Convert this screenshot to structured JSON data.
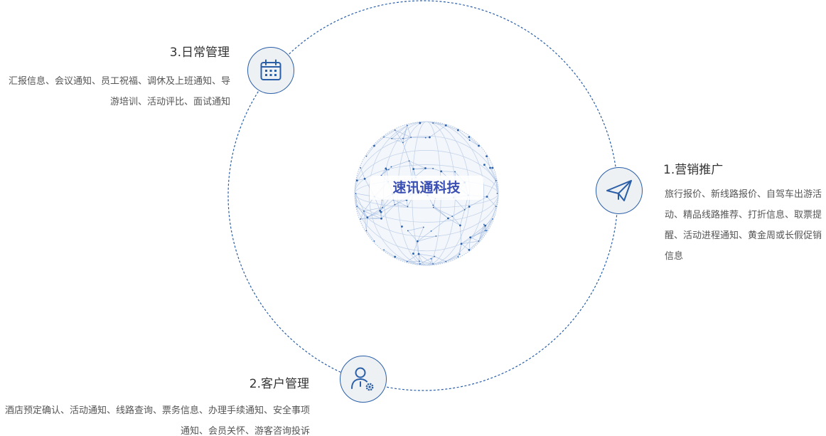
{
  "center": {
    "title": "速讯通科技"
  },
  "items": [
    {
      "key": "marketing",
      "title": "1.营销推广",
      "desc": "旅行报价、新线路报价、自驾车出游活动、精品线路推荐、打折信息、取票提醒、活动进程通知、黄金周或长假促销信息",
      "icon": "paper-plane-icon"
    },
    {
      "key": "customer",
      "title": "2.客户管理",
      "desc": "酒店预定确认、活动通知、线路查询、票务信息、办理手续通知、安全事项通知、会员关怀、游客咨询投诉",
      "icon": "user-gear-icon"
    },
    {
      "key": "daily",
      "title": "3.日常管理",
      "desc": "汇报信息、会议通知、员工祝福、调休及上班通知、导游培训、活动评比、面试通知",
      "icon": "calendar-icon"
    }
  ],
  "colors": {
    "accent": "#2a5fa8",
    "node_bg": "#eef1f4",
    "center_text": "#3a4fb3",
    "text": "#333333"
  }
}
